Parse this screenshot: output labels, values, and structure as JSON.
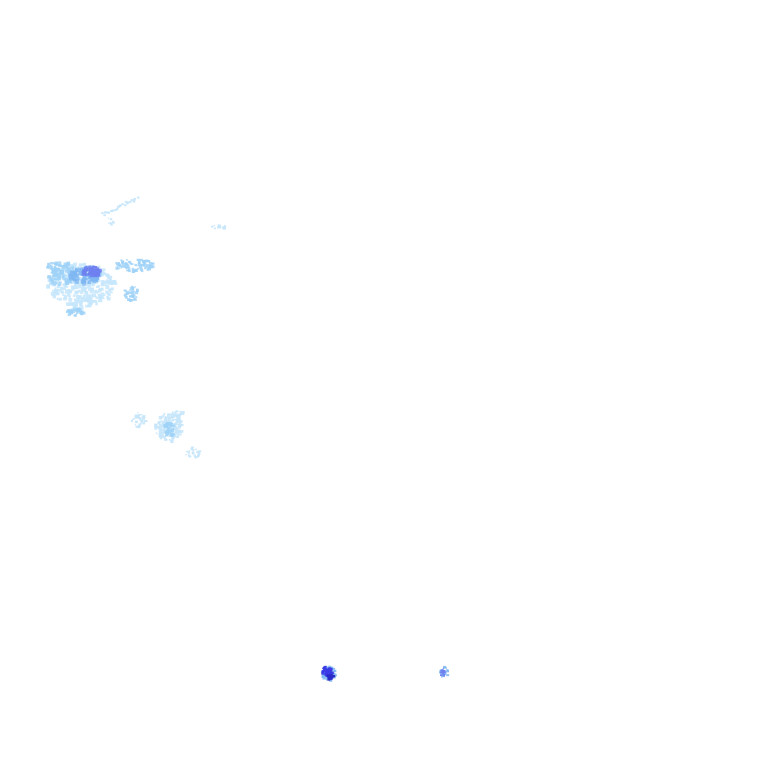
{
  "map": {
    "kind": "precipitation-radar-overlay",
    "background_color": "#ffffff",
    "intensity_colors": {
      "very_light": "#c6e6fb",
      "light": "#9fd2f7",
      "light_moderate": "#7fb7f2",
      "moderate": "#6e7ff0",
      "heavy": "#3a3ae6",
      "heavy_dark": "#2a2ac8"
    },
    "echo_regions": [
      {
        "name": "northwest-echo-cluster",
        "intensity": "light",
        "peak_intensity": "moderate"
      },
      {
        "name": "north-echo-streak",
        "intensity": "very_light"
      },
      {
        "name": "north-central-echo-speck",
        "intensity": "very_light"
      },
      {
        "name": "west-central-echo-cluster",
        "intensity": "very_light",
        "peak_intensity": "light_moderate"
      },
      {
        "name": "south-echo-cell",
        "intensity": "heavy"
      },
      {
        "name": "southeast-echo-cell",
        "intensity": "moderate"
      }
    ]
  }
}
